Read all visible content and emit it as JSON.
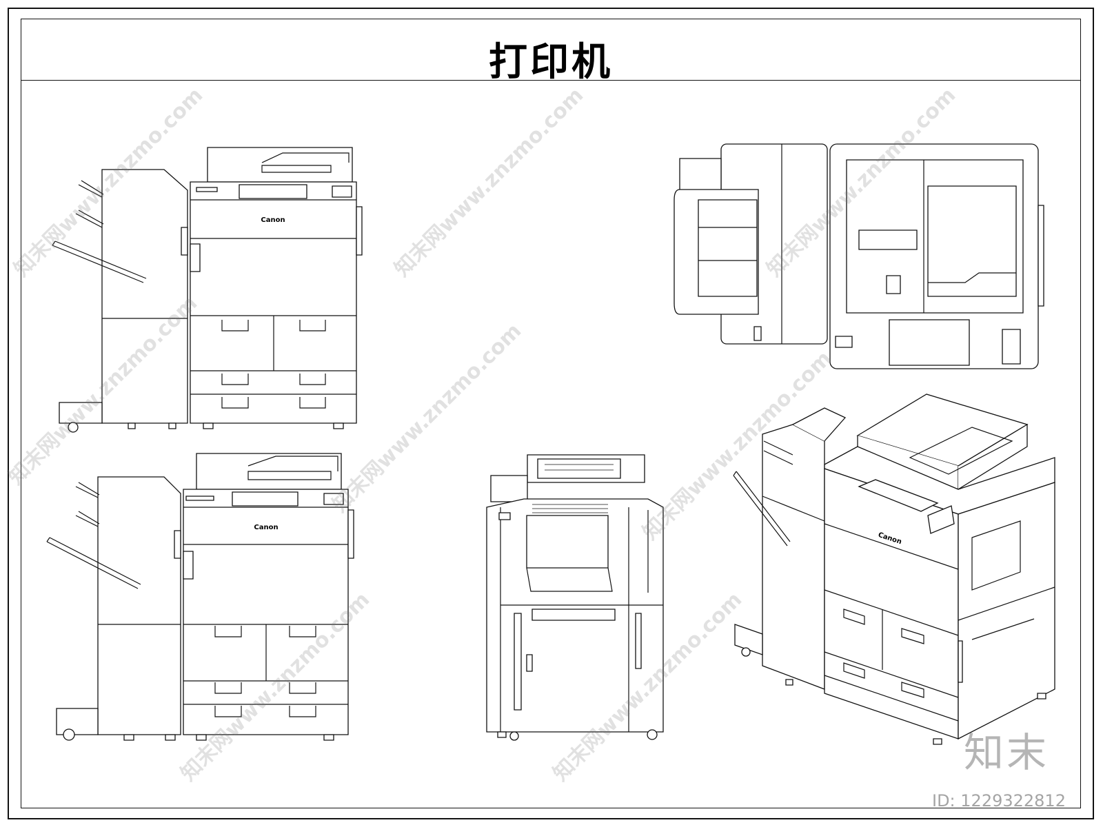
{
  "title": "打印机",
  "brand_label": "Canon",
  "watermarks": [
    "知末网www.znzmo.com",
    "知末网www.znzmo.com",
    "知末网www.znzmo.com",
    "知末网www.znzmo.com",
    "知末网www.znzmo.com",
    "知末网www.znzmo.com",
    "知末网www.znzmo.com",
    "知末网www.znzmo.com"
  ],
  "logo": {
    "text": "知末"
  },
  "image_id": "ID: 1229322812"
}
